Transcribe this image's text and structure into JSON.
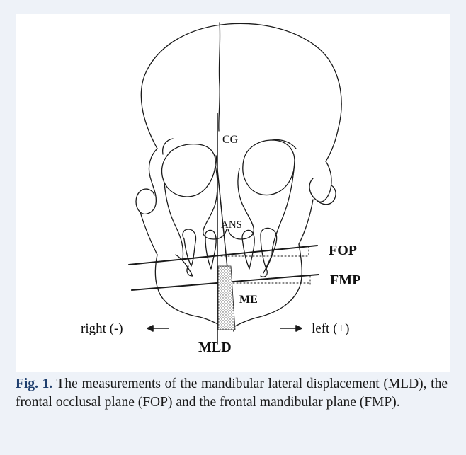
{
  "figure": {
    "labels": {
      "cg": "CG",
      "ans": "ANS",
      "fop": "FOP",
      "fmp": "FMP",
      "me": "ME",
      "mld": "MLD",
      "right": "right (-)",
      "left": "left (+)"
    },
    "colors": {
      "line": "#1a1a1a",
      "panel": "#ffffff",
      "background": "#eef2f8",
      "caption_label": "#1f3f6e"
    }
  },
  "caption": {
    "label": "Fig. 1.",
    "text": " The measurements of the mandibular lateral displacement (MLD), the frontal occlusal plane (FOP) and the frontal mandibular plane (FMP)."
  }
}
